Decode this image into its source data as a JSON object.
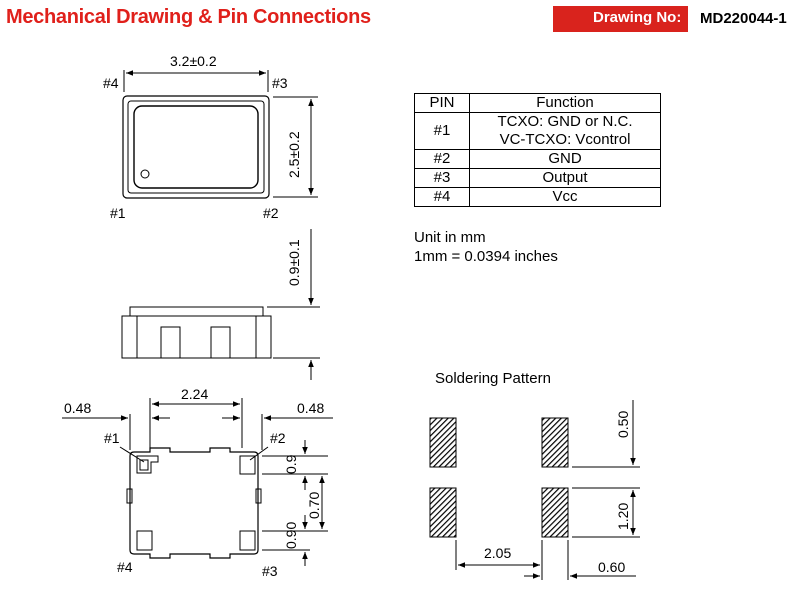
{
  "header": {
    "title": "Mechanical Drawing & Pin Connections",
    "drawing_no_label": "Drawing No:",
    "drawing_no_value": "MD220044-1"
  },
  "top_view": {
    "width_dim": "3.2±0.2",
    "height_dim": "2.5±0.2",
    "pin4": "#4",
    "pin3": "#3",
    "pin1": "#1",
    "pin2": "#2"
  },
  "side_view": {
    "thickness_dim": "0.9±0.1"
  },
  "pin_table": {
    "headers": [
      "PIN",
      "Function"
    ],
    "rows": [
      [
        "#1",
        "TCXO: GND or N.C.",
        "VC-TCXO: Vcontrol"
      ],
      [
        "#2",
        "GND"
      ],
      [
        "#3",
        "Output"
      ],
      [
        "#4",
        "Vcc"
      ]
    ]
  },
  "units": {
    "line1": "Unit in mm",
    "line2": "1mm = 0.0394 inches"
  },
  "bottom_view": {
    "dim_left": "0.48",
    "dim_center": "2.24",
    "dim_right": "0.48",
    "dim_09": "0.9",
    "dim_070": "0.70",
    "dim_090": "0.90",
    "pin1": "#1",
    "pin2": "#2",
    "pin4": "#4",
    "pin3": "#3"
  },
  "soldering": {
    "title": "Soldering Pattern",
    "dim_050": "0.50",
    "dim_120": "1.20",
    "dim_205": "2.05",
    "dim_060": "0.60"
  }
}
